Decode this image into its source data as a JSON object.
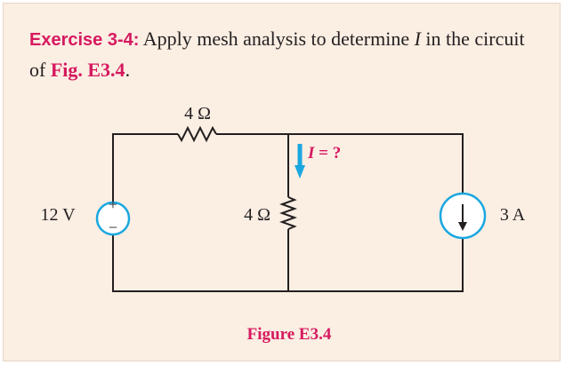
{
  "exercise": {
    "label": "Exercise 3-4:",
    "text_before": " Apply mesh analysis to determine ",
    "variable": "I",
    "text_after": " in the circuit of ",
    "figure_ref": "Fig. E3.4",
    "period": "."
  },
  "circuit": {
    "resistor_top_label": "4 Ω",
    "resistor_mid_label": "4 Ω",
    "voltage_source_label": "12 V",
    "voltage_plus": "+",
    "voltage_minus": "−",
    "current_source_label": "3 A",
    "current_label_var": "I",
    "current_label_rest": " = ?"
  },
  "caption": "Figure E3.4",
  "colors": {
    "accent": "#d6195f",
    "panel_bg": "#fbeee3",
    "arrow_blue": "#1aa7e0",
    "wire": "#231f20"
  }
}
